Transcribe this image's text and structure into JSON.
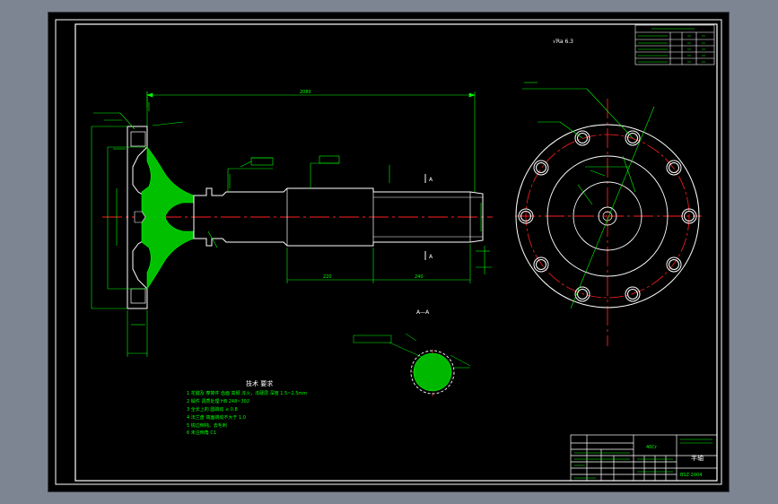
{
  "drawing": {
    "title_block": {
      "part_name": "半轴",
      "drawing_no": "BSZ-2004",
      "material": "40Cr"
    },
    "tech_requirements": {
      "heading": "技术 要求",
      "items": [
        "1  花键及 摩擦件 齿面 高频  淬火，淬硬层 深度 1.5~2.5mm",
        "2  锻件  调质处理         HB 248~302",
        "3  全长上的 圆跳动 ≤ 0.8",
        "4  法兰盘 端面跳动不大于     1.0",
        "5  锐边倒钝，去毛刺",
        "6  未注倒角 C1"
      ]
    },
    "labels": {
      "roughness_note": "√Ra 6.3",
      "section_title": "A—A",
      "section_a_upper": "A",
      "section_a_lower": "A",
      "overall_length": "2080",
      "len_1": "220",
      "len_2": "240"
    }
  }
}
